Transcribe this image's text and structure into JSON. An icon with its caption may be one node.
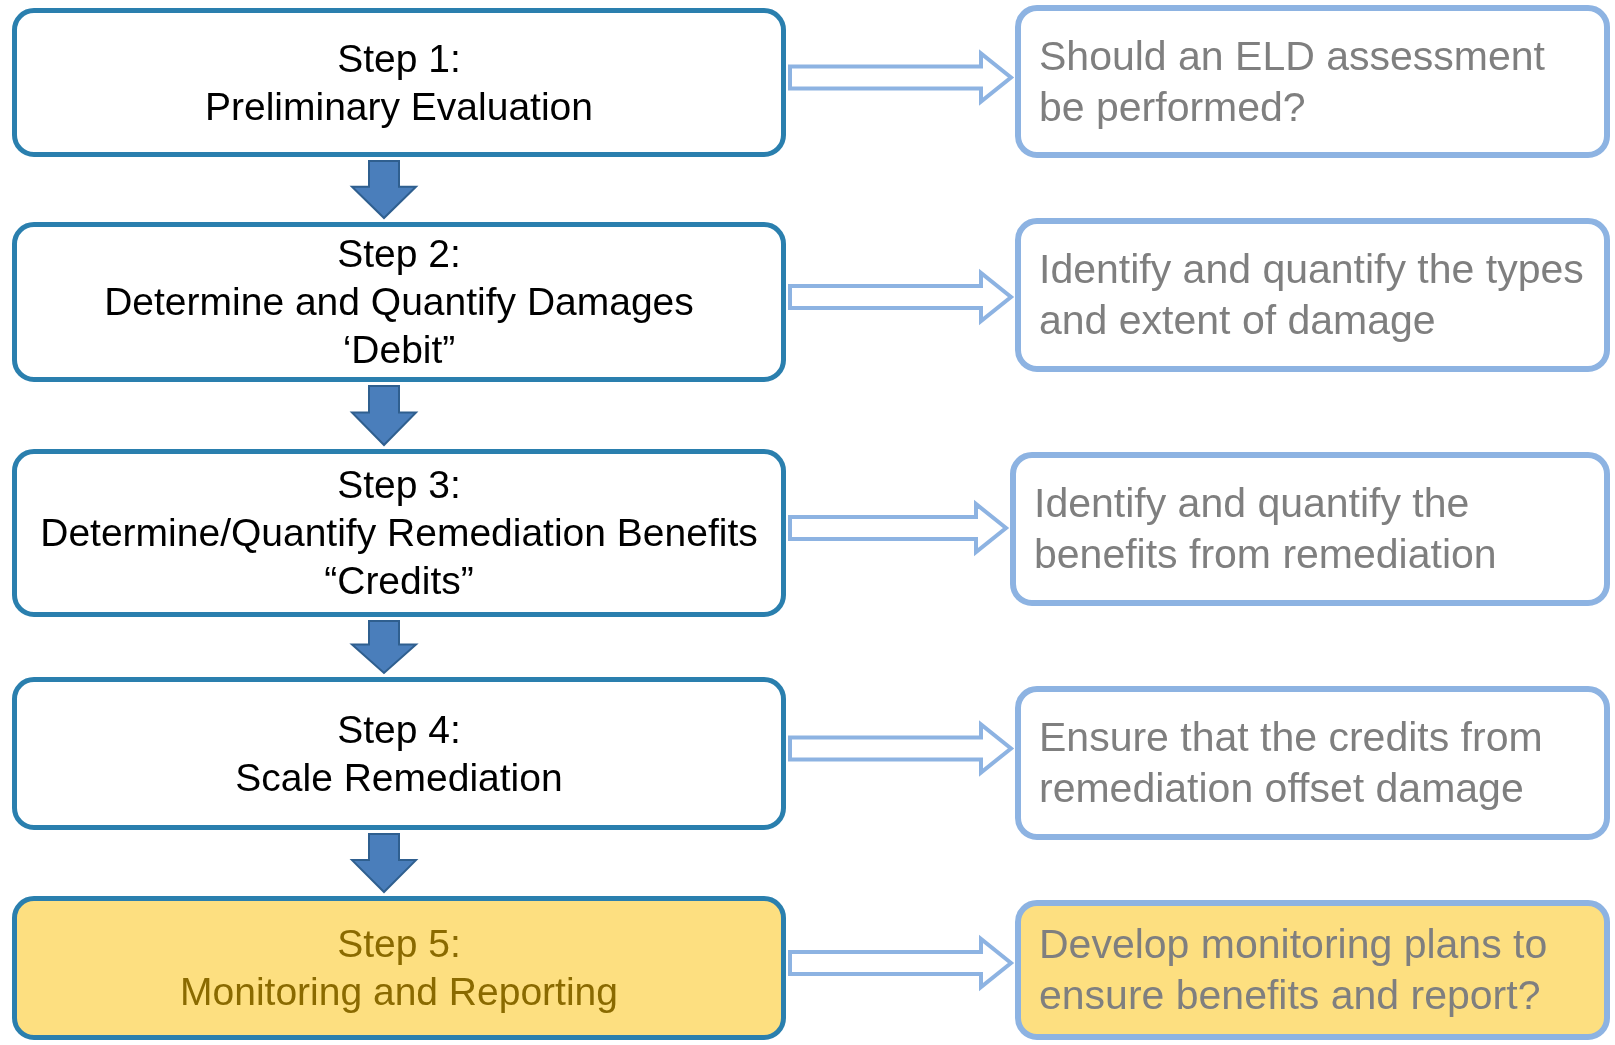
{
  "diagram": {
    "nodes": [
      {
        "text": [
          "Step 1:",
          "Preliminary Evaluation"
        ]
      },
      {
        "text": [
          "Should an ELD assessment be performed?"
        ]
      },
      {
        "text": [
          "Step 2:",
          "Determine and Quantify Damages",
          "‘Debit”"
        ]
      },
      {
        "text": [
          "Identify and quantify the types and extent of damage"
        ]
      },
      {
        "text": [
          "Step 3:",
          "Determine/Quantify Remediation Benefits",
          "“Credits”"
        ]
      },
      {
        "text": [
          "Identify and quantify the benefits from remediation"
        ]
      },
      {
        "text": [
          "Step 4:",
          "Scale Remediation"
        ]
      },
      {
        "text": [
          "Ensure that the credits from remediation offset damage"
        ]
      },
      {
        "text": [
          "Step 5:",
          "Monitoring and Reporting"
        ]
      },
      {
        "text": [
          "Develop monitoring plans to ensure benefits and report?"
        ]
      }
    ],
    "edges": [
      {
        "from": 0,
        "to": 1,
        "arrow": "to"
      },
      {
        "from": 0,
        "to": 2,
        "arrow": "to",
        "style": "thick",
        "color": "#4a7ebb"
      },
      {
        "from": 2,
        "to": 3,
        "arrow": "to"
      },
      {
        "from": 2,
        "to": 4,
        "arrow": "to",
        "style": "thick",
        "color": "#4a7ebb"
      },
      {
        "from": 4,
        "to": 5,
        "arrow": "to"
      },
      {
        "from": 4,
        "to": 6,
        "arrow": "to",
        "style": "thick",
        "color": "#4a7ebb"
      },
      {
        "from": 6,
        "to": 7,
        "arrow": "to"
      },
      {
        "from": 6,
        "to": 8,
        "arrow": "to",
        "style": "thick",
        "color": "#4a7ebb"
      },
      {
        "from": 8,
        "to": 9,
        "arrow": "to"
      }
    ]
  }
}
